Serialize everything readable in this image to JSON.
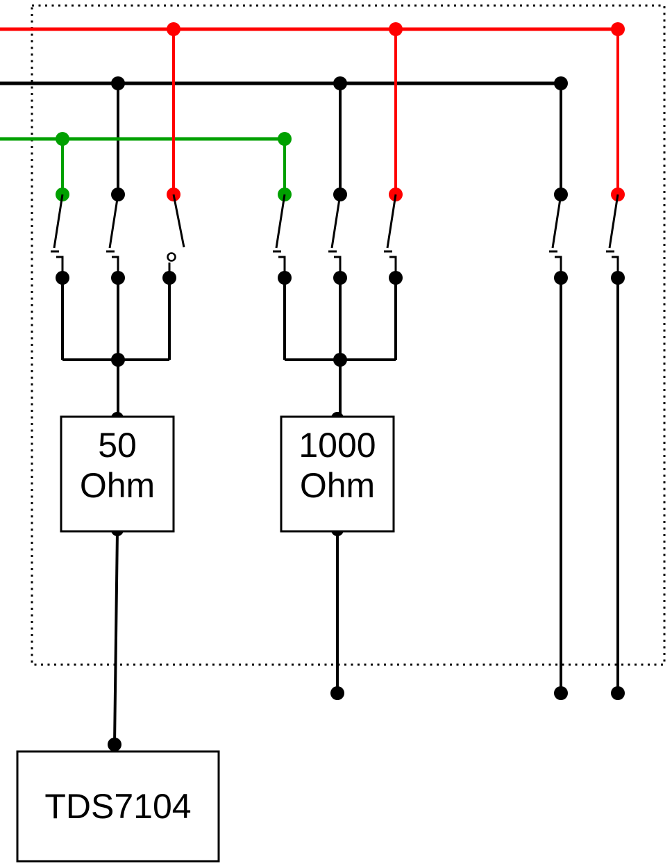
{
  "colors": {
    "red": "#FF0000",
    "green": "#00A000",
    "black": "#000000"
  },
  "labels": {
    "resistor_50": {
      "value": "50",
      "unit": "Ohm"
    },
    "resistor_1000": {
      "value": "1000",
      "unit": "Ohm"
    },
    "oscilloscope": "TDS7104"
  },
  "switches": [
    {
      "group": 1,
      "feed": "green",
      "state": "closed"
    },
    {
      "group": 1,
      "feed": "black",
      "state": "closed"
    },
    {
      "group": 1,
      "feed": "red",
      "state": "open"
    },
    {
      "group": 2,
      "feed": "green",
      "state": "closed"
    },
    {
      "group": 2,
      "feed": "black",
      "state": "closed"
    },
    {
      "group": 2,
      "feed": "red",
      "state": "closed"
    },
    {
      "group": 3,
      "feed": "black",
      "state": "closed"
    },
    {
      "group": 3,
      "feed": "red",
      "state": "closed"
    }
  ]
}
